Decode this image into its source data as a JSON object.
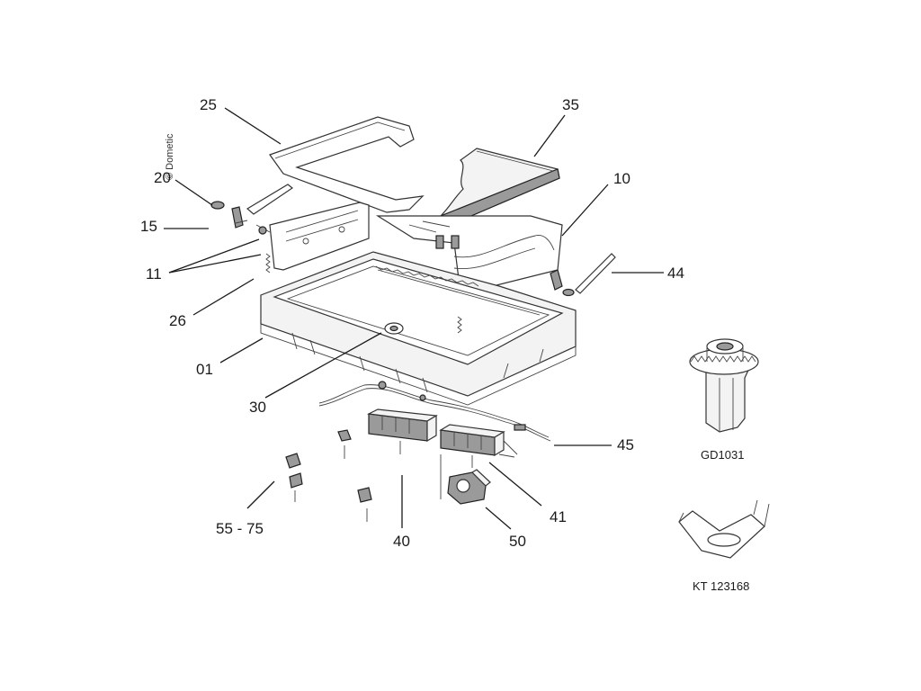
{
  "copyright": "© Dometic",
  "callouts": {
    "c25": "25",
    "c35": "35",
    "c20": "20",
    "c10": "10",
    "c15": "15",
    "c11": "11",
    "c44": "44",
    "c26": "26",
    "c01": "01",
    "c30": "30",
    "c45": "45",
    "c55_75": "55 - 75",
    "c40": "40",
    "c41": "41",
    "c50": "50"
  },
  "accessories": {
    "gear_code": "GD1031",
    "clip_code": "KT 123168"
  }
}
